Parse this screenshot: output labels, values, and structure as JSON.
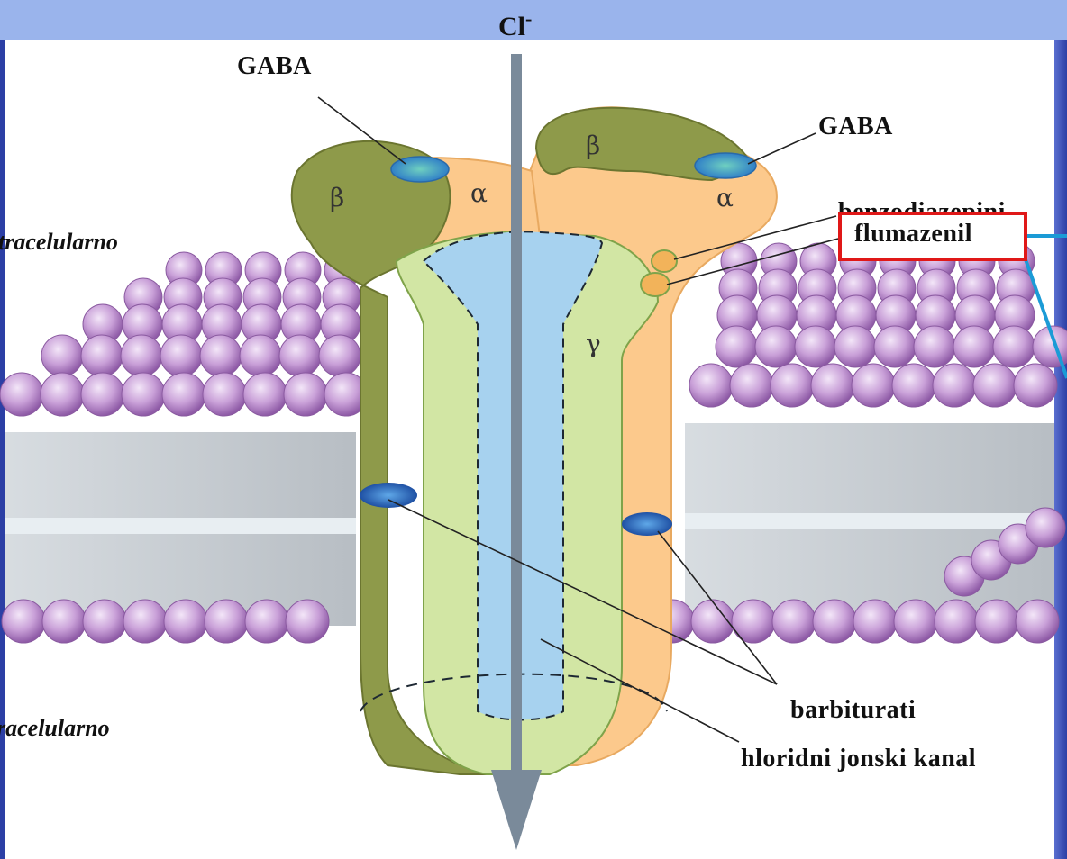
{
  "header": {
    "ion_label": "Cl",
    "ion_charge": "-"
  },
  "labels": {
    "gaba_left": "GABA",
    "gaba_right": "GABA",
    "benzodiazepini": "benzodiazepini",
    "flumazenil": "flumazenil",
    "barbiturati": "barbiturati",
    "hloridni_kanal": "hloridni jonski kanal",
    "ekstracelularno": "tracelularno",
    "intracelularno": "racelularno"
  },
  "subunits": {
    "beta_left": "β",
    "alpha_left": "α",
    "beta_right": "β",
    "alpha_right": "α",
    "gamma": "γ"
  },
  "colors": {
    "header_bar": "#9ab4ec",
    "beta": "#8e9a4a",
    "alpha": "#fcc98c",
    "gamma": "#d2e6a4",
    "channel": "#a7d2ef",
    "lipid_head": "#c9a0d8",
    "arrow": "#7a8a9a",
    "highlight_box": "#e01818",
    "connector": "#1b9bd6"
  }
}
